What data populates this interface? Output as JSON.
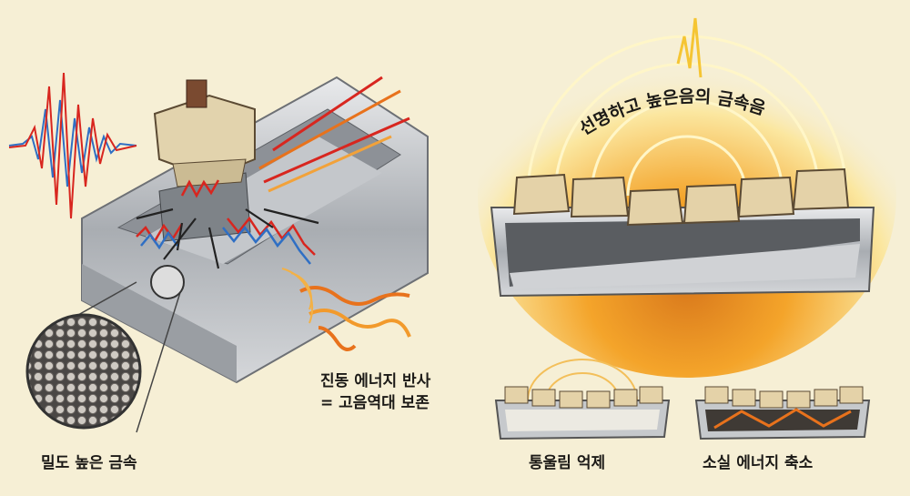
{
  "labels": {
    "dense_metal": "밀도 높은 금속",
    "vibration_reflect": "진동 에너지 반사",
    "high_freq_preserved": "= 고음역대 보존",
    "crisp_metallic_sound": "선명하고 높은음의 금속음",
    "resonance_suppression": "통울림 억제",
    "energy_loss_reduction": "소실 에너지 축소"
  },
  "colors": {
    "background": "#f6efd5",
    "metal": "#b9bcc0",
    "glow": "#f5b421",
    "arrow_orange": "#e8721c",
    "wave_red": "#d8261f",
    "wave_blue": "#2f6fc4",
    "keycap": "#e4d2a8"
  }
}
